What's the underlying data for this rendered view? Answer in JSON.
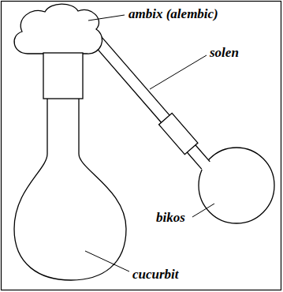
{
  "diagram": {
    "labels": [
      "ambix (alembic)",
      "solen",
      "bikos",
      "cucurbit"
    ]
  }
}
